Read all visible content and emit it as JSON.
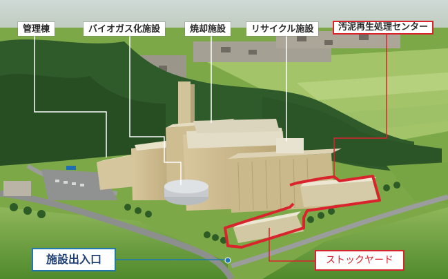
{
  "labels": {
    "admin": "管理棟",
    "biogas": "バイオガス化施設",
    "incineration": "焼却施設",
    "recycle": "リサイクル施設",
    "sludge": "汚泥再生処理センター",
    "entrance": "施設出入口",
    "stockyard": "ストックヤード"
  },
  "colors": {
    "highlight_red": "#d9232d",
    "entrance_blue": "#1f78b4",
    "leader_line": "#ffffff"
  }
}
